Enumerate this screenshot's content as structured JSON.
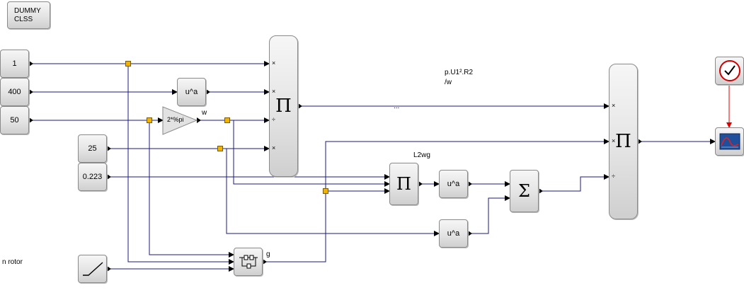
{
  "dummy_block": {
    "line1": "DUMMY",
    "line2": "CLSS"
  },
  "constants": {
    "c1": "1",
    "c400": "400",
    "c50": "50",
    "c25": "25",
    "c0223": "0.223"
  },
  "pow_label": "u^a",
  "gain_label": "2*%pi",
  "product_symbol": "Π",
  "sum_symbol": "Σ",
  "signs": {
    "mul": "×",
    "div": "÷"
  },
  "labels": {
    "w": "w",
    "ellipsis": "...",
    "formula_line1": "p.U1².R2",
    "formula_line2": "/w",
    "l2wg": "L2wg",
    "g": "g",
    "n_rotor": "n rotor"
  },
  "colors": {
    "link": "#1a1a80",
    "split": "#f0b400",
    "event": "#e00000"
  }
}
